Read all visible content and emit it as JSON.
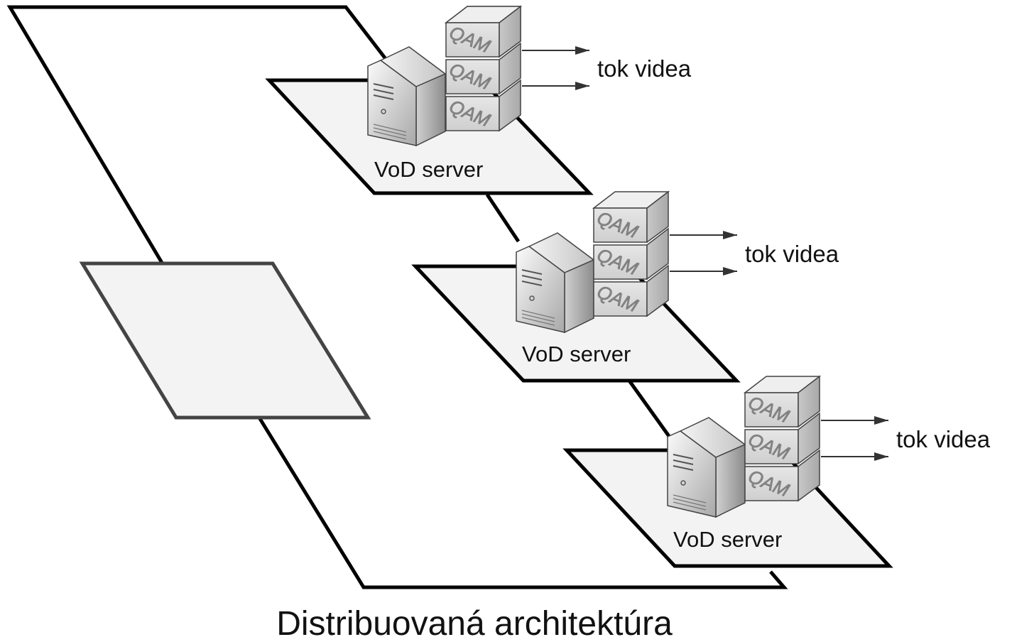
{
  "title": "Distribuovaná architektúra",
  "nodes": [
    {
      "server_label": "VoD server",
      "stream_label": "tok videa",
      "modules": [
        "QAM",
        "QAM",
        "QAM"
      ]
    },
    {
      "server_label": "VoD server",
      "stream_label": "tok videa",
      "modules": [
        "QAM",
        "QAM",
        "QAM"
      ]
    },
    {
      "server_label": "VoD server",
      "stream_label": "tok videa",
      "modules": [
        "QAM",
        "QAM",
        "QAM"
      ]
    }
  ],
  "colors": {
    "outline": "#000000",
    "platform_fill": "#f3f3f3",
    "side_panel_stroke": "#444444",
    "server_light": "#f2f2f2",
    "server_dark": "#9a9a9a",
    "qam_fill": "#d9d9d9",
    "arrow": "#333333"
  }
}
